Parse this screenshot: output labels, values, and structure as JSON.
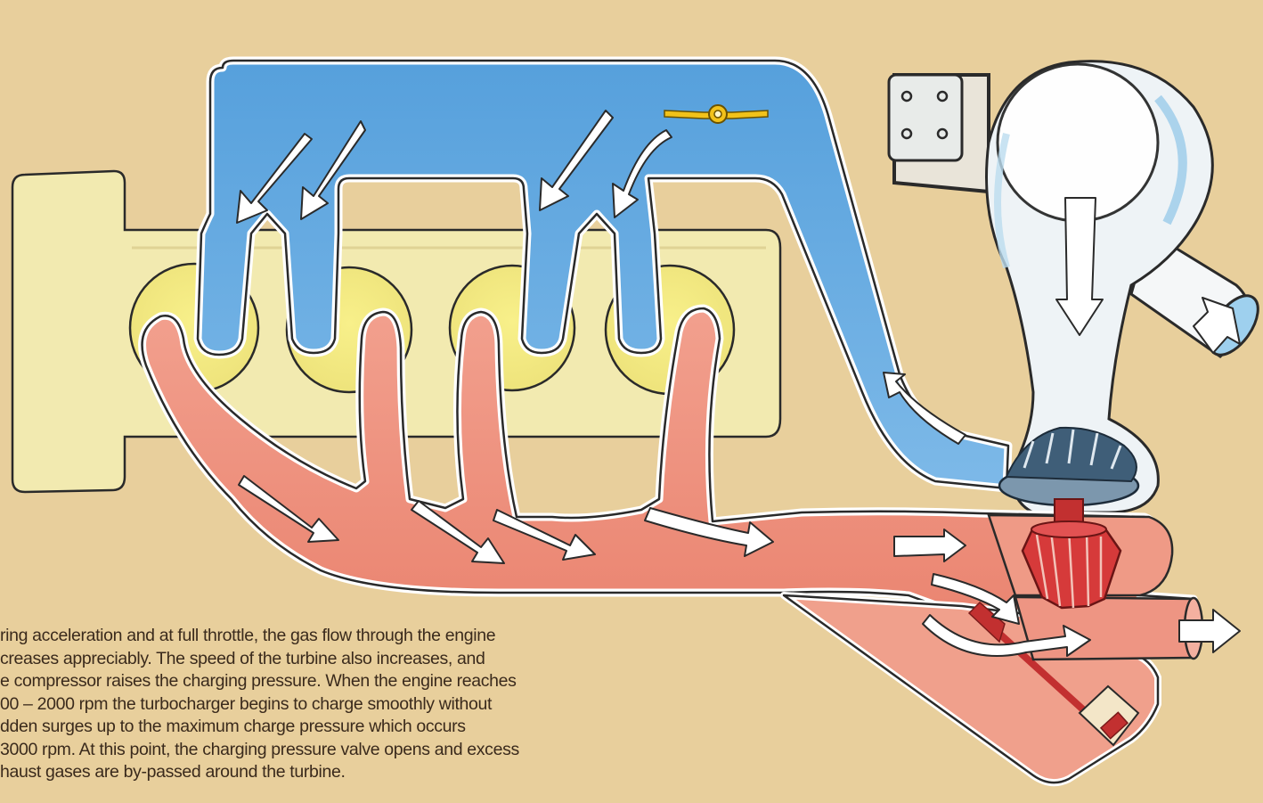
{
  "caption": {
    "lines": [
      "ring acceleration and at full throttle, the gas flow through the engine",
      "creases appreciably. The speed of the turbine also increases, and",
      "e compressor raises the charging pressure. When the engine reaches",
      "00 – 2000 rpm the turbocharger begins to charge smoothly without",
      "dden surges up to the maximum charge pressure which occurs",
      "3000 rpm. At this point, the charging pressure valve opens and excess",
      "haust gases are by-passed around the turbine."
    ]
  },
  "colors": {
    "background": "#e8cf9c",
    "engine_block": "#f2eab0",
    "intake_air": "#5fa4dc",
    "exhaust_gas": "#ef9180",
    "compressor_housing": "#eef3f6",
    "turbine_wheel": "#d63a3a",
    "compressor_wheel": "#3f5e78",
    "throttle_valve": "#f2c21a",
    "outline": "#2a2a2a"
  },
  "icons": [
    "engine-block",
    "intake-manifold",
    "exhaust-manifold",
    "compressor-housing",
    "compressor-wheel-icon",
    "turbine-wheel-icon",
    "throttle-valve-icon",
    "wastegate-valve-icon",
    "flow-arrow-icon"
  ]
}
